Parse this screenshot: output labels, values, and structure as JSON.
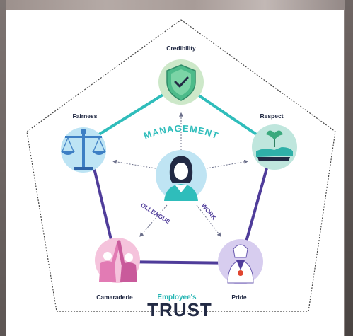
{
  "diagram": {
    "nodes": {
      "credibility": "Credibility",
      "respect": "Respect",
      "fairness": "Fairness",
      "camaraderie": "Camaraderie",
      "pride": "Pride"
    },
    "center": {
      "management": "MANAGEMENT",
      "colleagues": "COLLEAGUES",
      "work": "WORK"
    },
    "footer": {
      "subtitle": "Employee's",
      "title": "TRUST"
    },
    "colors": {
      "teal": "#2fbdbb",
      "purple": "#4f3c9a",
      "navy": "#222a44",
      "green_circle": "#cde8c9",
      "blue_circle": "#bde4f4",
      "pink_circle": "#f5c3dc",
      "lavender_circle": "#d7cdef"
    },
    "icons": [
      "shield-check-icon",
      "handshake-plant-icon",
      "scales-icon",
      "person-icon",
      "high-five-icon",
      "medal-person-icon"
    ]
  }
}
